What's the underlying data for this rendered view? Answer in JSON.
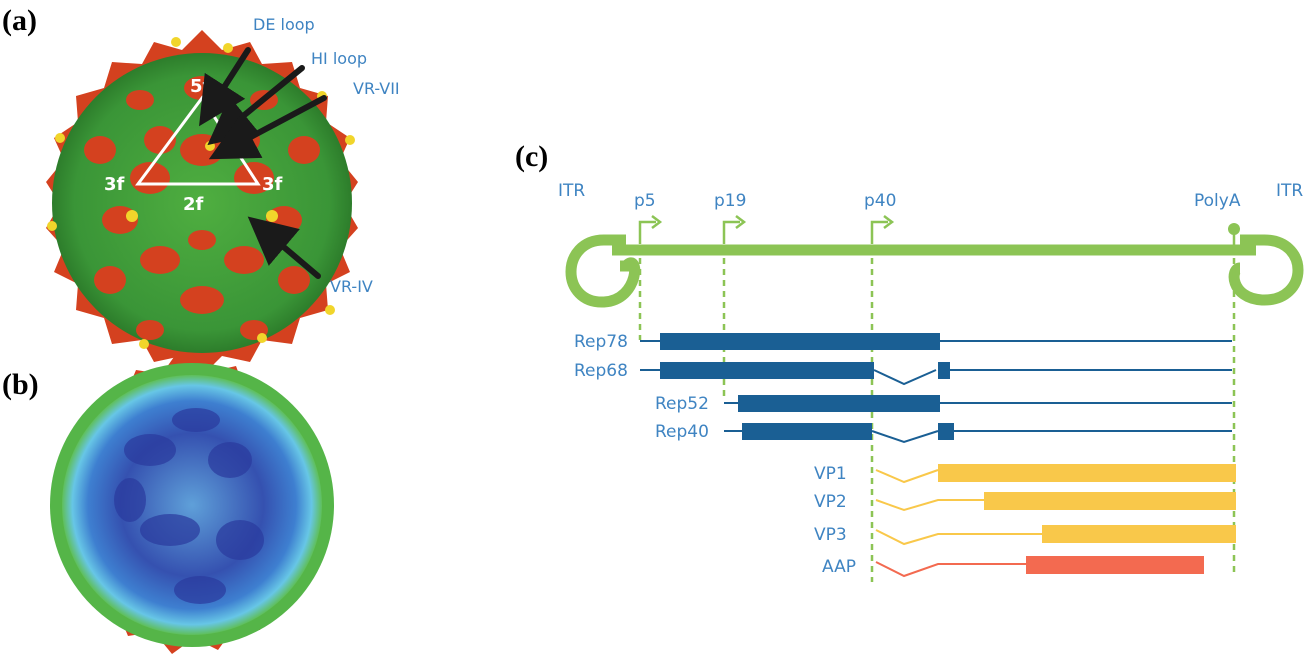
{
  "panels": {
    "a": {
      "label": "(a)",
      "symmetry_labels": [
        "5f",
        "3f",
        "3f",
        "2f"
      ],
      "callouts": [
        "DE loop",
        "HI loop",
        "VR-VII",
        "VR-IV"
      ]
    },
    "b": {
      "label": "(b)"
    },
    "c": {
      "label": "(c)",
      "itr_left": "ITR",
      "itr_right": "ITR",
      "promoters": [
        "p5",
        "p19",
        "p40"
      ],
      "polya": "PolyA",
      "rep_transcripts": [
        "Rep78",
        "Rep68",
        "Rep52",
        "Rep40"
      ],
      "cap_transcripts": [
        "VP1",
        "VP2",
        "VP3",
        "AAP"
      ]
    }
  },
  "colors": {
    "genome": "#8cc455",
    "rep": "#1a5f94",
    "cap": "#f9c84a",
    "aap": "#f36a50",
    "label_blue": "#3f84c2",
    "capsid_green": "#3d9a3a",
    "capsid_red": "#d7411f",
    "capsid_yellow": "#f1d52b",
    "interior_blue": "#3a4fb3"
  }
}
